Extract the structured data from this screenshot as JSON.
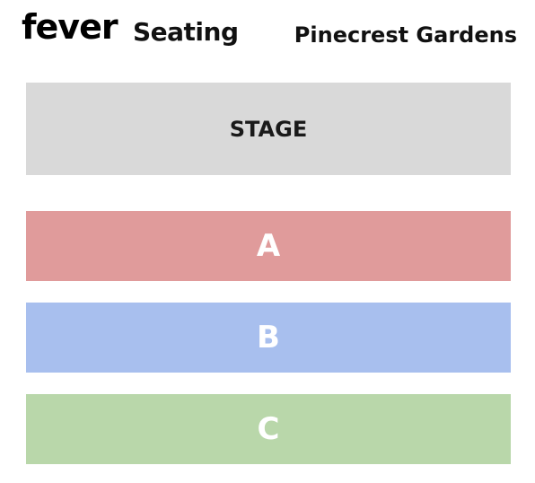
{
  "header": {
    "brand": "fever",
    "subtitle": "Seating",
    "venue": "Pinecrest Gardens"
  },
  "map": {
    "stage": {
      "label": "STAGE",
      "color": "#d9d9d9"
    },
    "sections": [
      {
        "label": "A",
        "color": "#e09b9b"
      },
      {
        "label": "B",
        "color": "#a8bfee"
      },
      {
        "label": "C",
        "color": "#b9d7aa"
      }
    ]
  }
}
